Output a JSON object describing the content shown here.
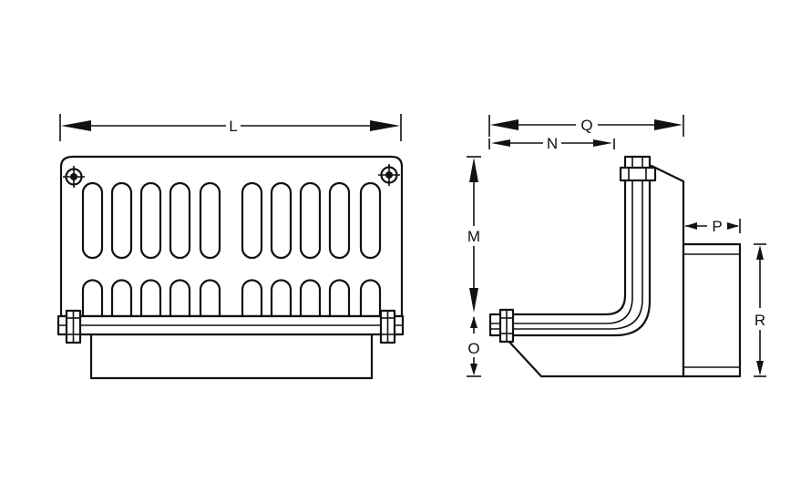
{
  "front_view": {
    "dimension_length": "L"
  },
  "side_view": {
    "dimension_q": "Q",
    "dimension_n": "N",
    "dimension_m": "M",
    "dimension_o": "O",
    "dimension_p": "P",
    "dimension_r": "R"
  }
}
